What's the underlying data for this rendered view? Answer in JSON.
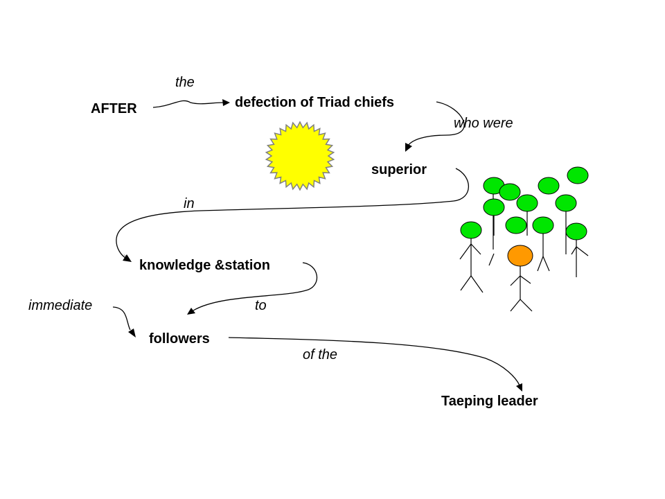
{
  "words": {
    "after": "AFTER",
    "defection": "defection of Triad chiefs",
    "superior": "superior",
    "knowledge": "knowledge &station",
    "followers": "followers",
    "taeping": "Taeping leader"
  },
  "connectors": {
    "the": "the",
    "who_were": "who were",
    "in": "in",
    "immediate": "immediate",
    "to": "to",
    "of_the": "of the"
  },
  "colors": {
    "sun_fill": "#ffff00",
    "follower_heads": "#00e600",
    "leader_head": "#ff9900",
    "text": "#000000"
  },
  "icons": [
    "sun-icon",
    "stick-figure-crowd-icon"
  ]
}
